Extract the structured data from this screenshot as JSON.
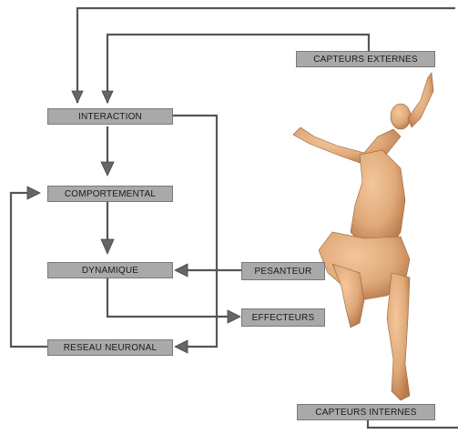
{
  "diagram": {
    "nodes": {
      "interaction": "INTERACTION",
      "comportemental": "COMPORTEMENTAL",
      "dynamique": "DYNAMIQUE",
      "reseau_neuronal": "RESEAU NEURONAL",
      "capteurs_externes": "CAPTEURS EXTERNES",
      "pesanteur": "PESANTEUR",
      "effecteurs": "EFFECTEURS",
      "capteurs_internes": "CAPTEURS INTERNES"
    },
    "colors": {
      "box_fill": "#a9a9a9",
      "line": "#555555",
      "figure_skin": "#e0aa7a"
    },
    "figure": "dancing-woman-figure"
  }
}
